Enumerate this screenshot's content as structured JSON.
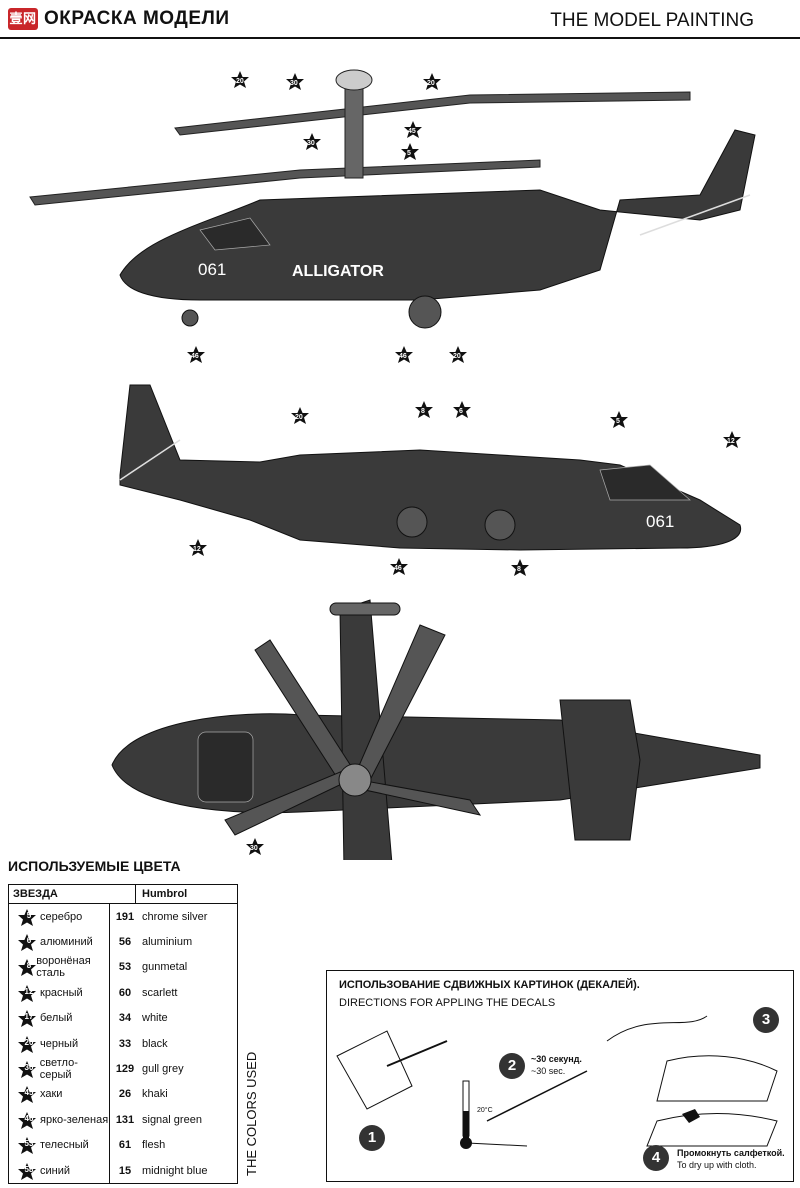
{
  "header": {
    "logo": "壹网",
    "title_left": "ОКРАСКА МОДЕЛИ",
    "title_right": "THE MODEL PAINTING"
  },
  "aircraft": {
    "side_number": "061",
    "name": "ALLIGATOR"
  },
  "colors": {
    "title": "ИСПОЛЬЗУЕМЫЕ ЦВЕТА",
    "col_brand": "ЗВЕЗДА",
    "col_humbrol": "Humbrol",
    "vertical_label": "THE COLORS USED",
    "rows": [
      {
        "code": "5",
        "ru": "серебро",
        "humbrol": "191",
        "en": "chrome silver"
      },
      {
        "code": "6",
        "ru": "алюминий",
        "humbrol": "56",
        "en": "aluminium"
      },
      {
        "code": "8",
        "ru": "воронёная сталь",
        "humbrol": "53",
        "en": "gunmetal"
      },
      {
        "code": "12",
        "ru": "красный",
        "humbrol": "60",
        "en": "scarlett"
      },
      {
        "code": "17",
        "ru": "белый",
        "humbrol": "34",
        "en": "white"
      },
      {
        "code": "20",
        "ru": "черный",
        "humbrol": "33",
        "en": "black"
      },
      {
        "code": "30",
        "ru": "светло-серый",
        "humbrol": "129",
        "en": "gull grey"
      },
      {
        "code": "45",
        "ru": "хаки",
        "humbrol": "26",
        "en": "khaki"
      },
      {
        "code": "46",
        "ru": "ярко-зеленая",
        "humbrol": "131",
        "en": "signal green"
      },
      {
        "code": "53",
        "ru": "телесный",
        "humbrol": "61",
        "en": "flesh"
      },
      {
        "code": "58",
        "ru": "синий",
        "humbrol": "15",
        "en": "midnight blue"
      }
    ]
  },
  "decals": {
    "title_ru": "ИСПОЛЬЗОВАНИЕ СДВИЖНЫХ КАРТИНОК (ДЕКАЛЕЙ).",
    "title_en": "DIRECTIONS FOR APPLING THE DECALS",
    "step2_ru": "~30 секунд.",
    "step2_en": "~30 sec.",
    "temp": "20°C",
    "step4_ru": "Промокнуть салфеткой.",
    "step4_en": "To dry up with cloth.",
    "steps": [
      "1",
      "2",
      "3",
      "4"
    ]
  }
}
